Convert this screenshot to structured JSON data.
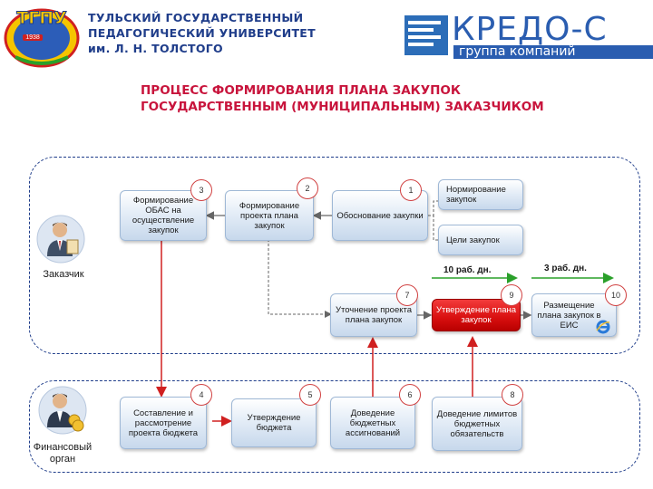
{
  "header": {
    "university_lines": [
      "ТУЛЬСКИЙ ГОСУДАРСТВЕННЫЙ",
      "ПЕДАГОГИЧЕСКИЙ УНИВЕРСИТЕТ",
      "им. Л. Н. ТОЛСТОГО"
    ],
    "emblem_text": "ТГПУ",
    "emblem_year": "1938",
    "kredo_logo_text": "КРЕДО-С",
    "kredo_logo_subtitle": "группа компаний"
  },
  "title_lines": [
    "ПРОЦЕСС ФОРМИРОВАНИЯ ПЛАНА ЗАКУПОК",
    "ГОСУДАРСТВЕННЫМ (МУНИЦИПАЛЬНЫМ) ЗАКАЗЧИКОМ"
  ],
  "actors": {
    "customer": "Заказчик",
    "finance": "Финансовый орган"
  },
  "boxes": {
    "b1": "Обоснование закупки",
    "b2": "Формирование проекта плана закупок",
    "b3": "Формирование ОБАС на осуществление закупок",
    "norm": "Нормирование закупок",
    "goals": "Цели закупок",
    "b7": "Уточнение проекта плана закупок",
    "b9": "Утверждение плана закупок",
    "b10": "Размещение плана закупок в ЕИС",
    "b4": "Составление и рассмотрение проекта бюджета",
    "b5": "Утверждение бюджета",
    "b6": "Доведение бюджетных ассигнований",
    "b8": "Доведение лимитов бюджетных обязательств"
  },
  "numbers": {
    "n1": "1",
    "n2": "2",
    "n3": "3",
    "n4": "4",
    "n5": "5",
    "n6": "6",
    "n7": "7",
    "n8": "8",
    "n9": "9",
    "n10": "10"
  },
  "timings": {
    "t1": "10 раб. дн.",
    "t2": "3 раб. дн."
  },
  "colors": {
    "title": "#c8143c",
    "university": "#1f3d8a",
    "lane_border": "#1f3d8a",
    "red_box": "#d80f0f",
    "arrow_red": "#d02020",
    "arrow_green": "#2aa02a"
  }
}
